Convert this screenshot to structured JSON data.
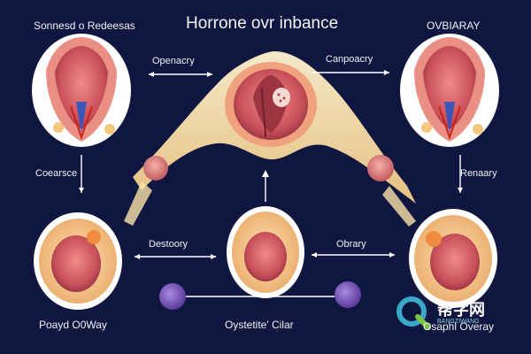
{
  "title": "Horrone ovr inbance",
  "labels": {
    "top_left": "Sonnesd o Redeesas",
    "top_right": "OVBIARAY",
    "arrow_top_left": "Openacry",
    "arrow_top_right": "Canpoacry",
    "left_middle": "Coearsce",
    "right_middle": "Renaary",
    "arrow_bottom_left": "Destoory",
    "arrow_bottom_right": "Obrary",
    "bottom_left": "Poayd O0Way",
    "bottom_center": "Oystetite' Cilar",
    "bottom_right": "Osaphl Overay"
  },
  "watermark": {
    "brand": "帮字网",
    "sub": "BANGZIWANG"
  },
  "colors": {
    "background": "#0f1640",
    "tissue": "#d66a72",
    "tissue_dark": "#b2444f",
    "follicle": "#f1c58a",
    "bridge": "#fbe3a9",
    "lavender": "#7b55b8"
  }
}
